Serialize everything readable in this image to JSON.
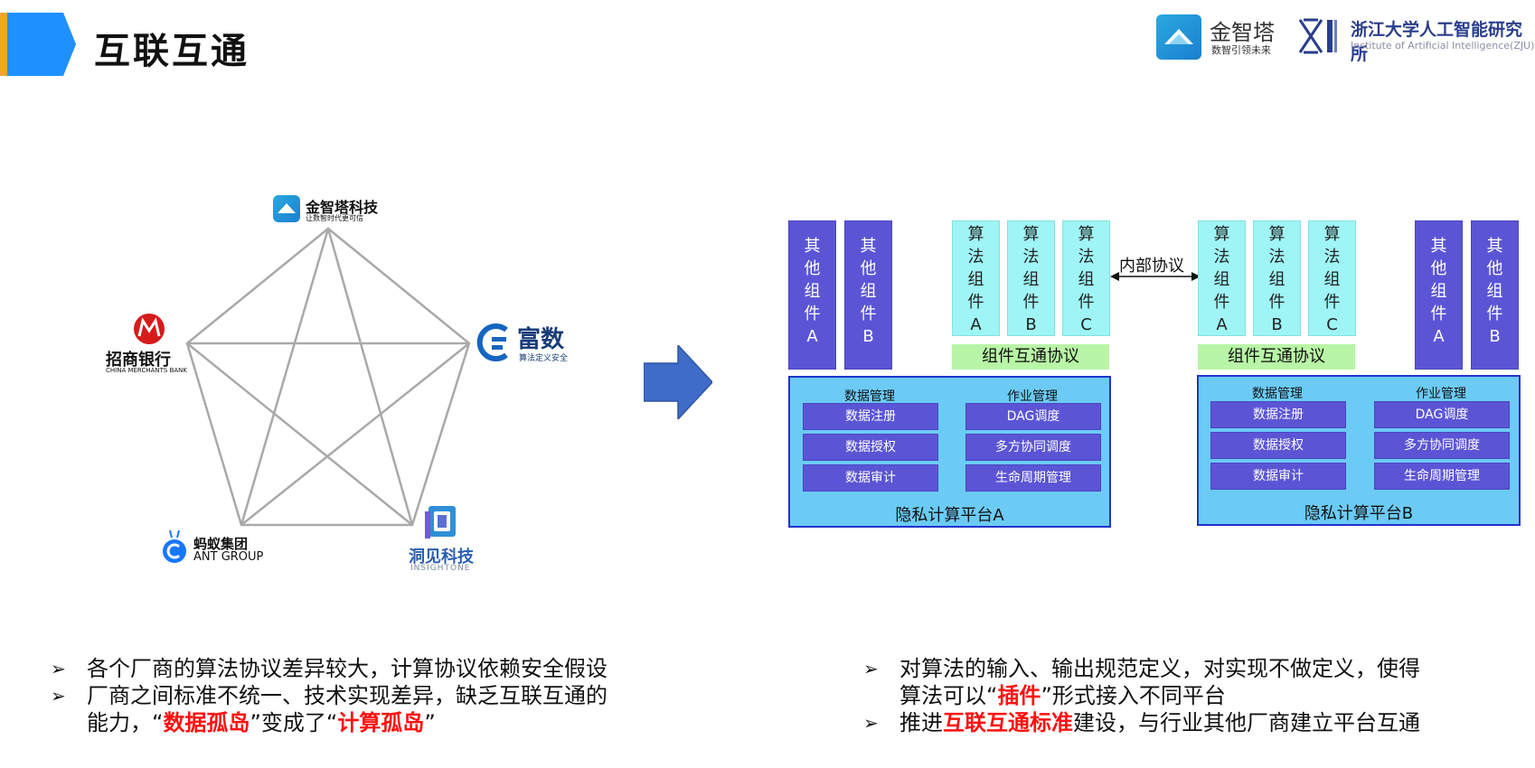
{
  "header": {
    "title": "互联互通",
    "logo_jzt_name": "金智塔",
    "logo_jzt_slogan": "数智引领未来",
    "logo_zju_name": "浙江大学人工智能研究所",
    "logo_zju_en": "Institute of Artificial Intelligence(ZJU)"
  },
  "network": {
    "vendors": [
      {
        "name": "金智塔科技",
        "sub": "让数智时代更可信"
      },
      {
        "name": "富数",
        "sub": "算法定义安全"
      },
      {
        "name": "洞见科技",
        "sub": "INSIGHTONE"
      },
      {
        "name": "蚂蚁集团",
        "sub": "ANT GROUP"
      },
      {
        "name": "招商银行",
        "sub": "CHINA MERCHANTS BANK"
      }
    ]
  },
  "architecture": {
    "other_component_a": [
      "其",
      "他",
      "组",
      "件",
      "A"
    ],
    "other_component_b": [
      "其",
      "他",
      "组",
      "件",
      "B"
    ],
    "algo_component_a": [
      "算",
      "法",
      "组",
      "件",
      "A"
    ],
    "algo_component_b": [
      "算",
      "法",
      "组",
      "件",
      "B"
    ],
    "algo_component_c": [
      "算",
      "法",
      "组",
      "件",
      "C"
    ],
    "component_protocol": "组件互通协议",
    "internal_protocol": "内部协议",
    "data_mgmt": "数据管理",
    "job_mgmt": "作业管理",
    "data_register": "数据注册",
    "data_authorize": "数据授权",
    "data_audit": "数据审计",
    "dag_schedule": "DAG调度",
    "multi_party_schedule": "多方协同调度",
    "lifecycle_mgmt": "生命周期管理",
    "platform_a": "隐私计算平台A",
    "platform_b": "隐私计算平台B"
  },
  "bullets_left": {
    "b1": "各个厂商的算法协议差异较大，计算协议依赖安全假设",
    "b2_line1": "厂商之间标准不统一、技术实现差异，缺乏互联互通的",
    "b2_pre": "能力，“",
    "b2_red1": "数据孤岛",
    "b2_mid": "”变成了“",
    "b2_red2": "计算孤岛",
    "b2_post": "”"
  },
  "bullets_right": {
    "b1_line1": "对算法的输入、输出规范定义，对实现不做定义，使得",
    "b1_pre": "算法可以“",
    "b1_red": "插件",
    "b1_post": "”形式接入不同平台",
    "b2_pre": "推进",
    "b2_red": "互联互通标准",
    "b2_post": "建设，与行业其他厂商建立平台互通"
  },
  "colors": {
    "title_accent": "#F5A623",
    "title_chevron": "#1E90FF",
    "component_dark": "#5B55D6",
    "component_light": "#9FF5F5",
    "protocol_bar": "#B8F5A6",
    "platform_fill": "#6BCBF5",
    "platform_border": "#2233cc",
    "emphasis_red": "#ff1010"
  },
  "icons": [
    "chevron-title-icon",
    "arrow-right-icon",
    "double-arrow-icon",
    "pentagon-star-diagram"
  ]
}
